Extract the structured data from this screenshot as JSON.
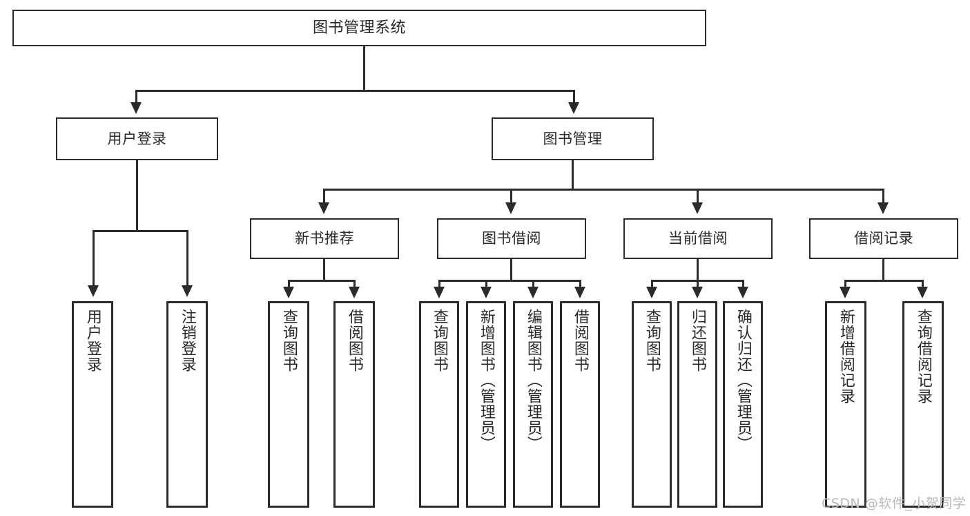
{
  "diagram": {
    "title": "图书管理系统",
    "type": "tree-hierarchy-diagram",
    "root": {
      "label": "图书管理系统"
    },
    "level2": [
      {
        "label": "用户登录"
      },
      {
        "label": "图书管理"
      }
    ],
    "level3": [
      {
        "label": "新书推荐"
      },
      {
        "label": "图书借阅"
      },
      {
        "label": "当前借阅"
      },
      {
        "label": "借阅记录"
      }
    ],
    "leaves": {
      "user_login": [
        {
          "label": "用户登录"
        },
        {
          "label": "注销登录"
        }
      ],
      "new_book_recommend": [
        {
          "label": "查询图书"
        },
        {
          "label": "借阅图书"
        }
      ],
      "book_borrow": [
        {
          "label": "查询图书"
        },
        {
          "label": "新增图书（管理员）"
        },
        {
          "label": "编辑图书（管理员）"
        },
        {
          "label": "借阅图书"
        }
      ],
      "current_borrow": [
        {
          "label": "查询图书"
        },
        {
          "label": "归还图书"
        },
        {
          "label": "确认归还（管理员）"
        }
      ],
      "borrow_record": [
        {
          "label": "新增借阅记录"
        },
        {
          "label": "查询借阅记录"
        }
      ]
    }
  },
  "watermark": {
    "text": "CSDN @软件_小贺同学"
  },
  "colors": {
    "stroke": "#2b2b2b",
    "fill": "#ffffff",
    "text": "#2a2a2a",
    "watermark": "#b9b9b9"
  }
}
